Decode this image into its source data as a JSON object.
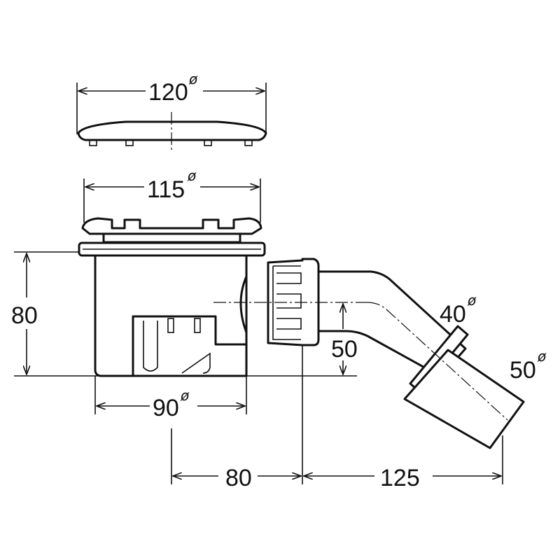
{
  "dimensions": {
    "cover_diameter": "120",
    "grate_diameter": "115",
    "height": "80",
    "outlet_height": "50",
    "body_diameter": "90",
    "offset_horizontal": "80",
    "outlet_length": "125",
    "pipe_diameter": "40",
    "socket_diameter": "50",
    "diameter_symbol": "ø"
  }
}
